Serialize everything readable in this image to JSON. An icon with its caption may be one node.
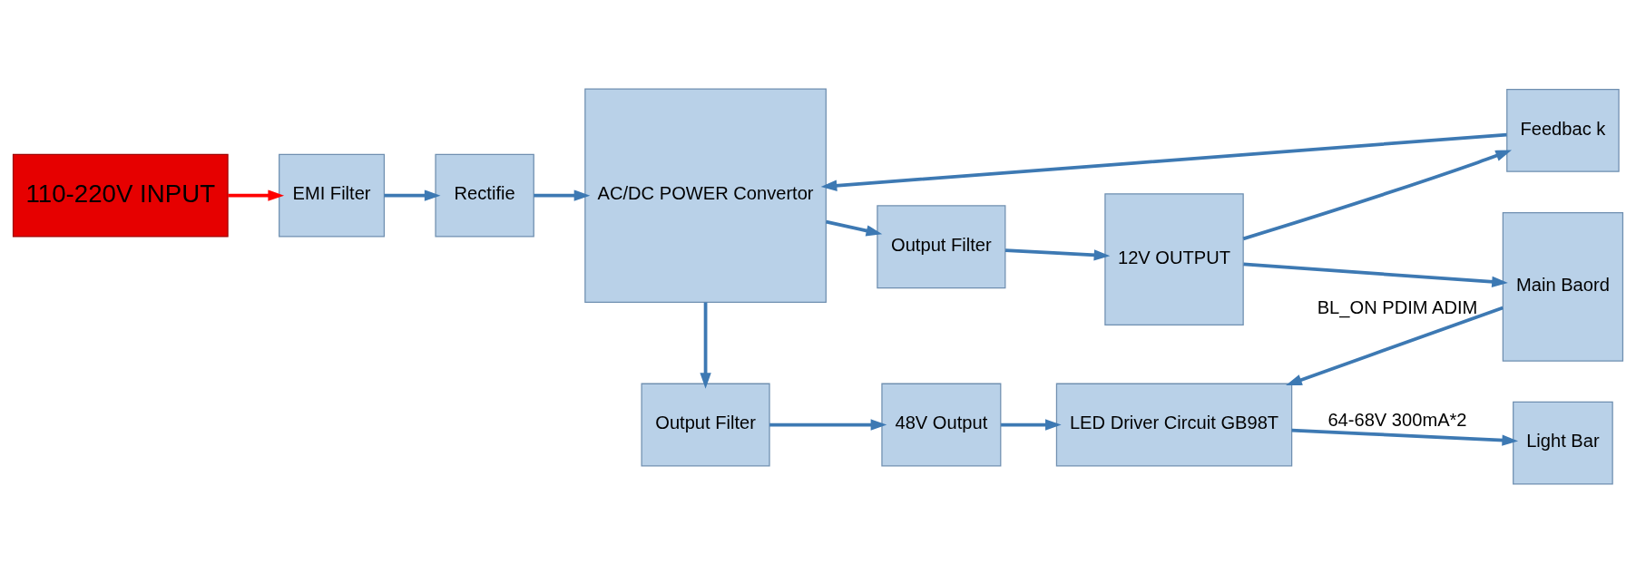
{
  "diagram": {
    "nodes": [
      {
        "text": [
          "110-220V INPUT"
        ]
      },
      {
        "text": [
          "EMI Filter"
        ]
      },
      {
        "text": [
          "Rectifie"
        ]
      },
      {
        "text": [
          "AC/DC POWER Convertor"
        ]
      },
      {
        "text": [
          "Output Filter"
        ]
      },
      {
        "text": [
          "12V OUTPUT"
        ]
      },
      {
        "text": [
          "Main Baord"
        ]
      },
      {
        "text": [
          "Feedbac k"
        ]
      },
      {
        "text": [
          "Output Filter"
        ]
      },
      {
        "text": [
          "48V Output"
        ]
      },
      {
        "text": [
          "LED Driver Circuit GB98T"
        ]
      },
      {
        "text": [
          "Light Bar"
        ]
      }
    ],
    "edges": [
      {
        "from": 0,
        "to": 1,
        "arrow": "to",
        "color": "#ff0000"
      },
      {
        "from": 1,
        "to": 2,
        "arrow": "to"
      },
      {
        "from": 2,
        "to": 3,
        "arrow": "to"
      },
      {
        "from": 3,
        "to": 4,
        "arrow": "to"
      },
      {
        "from": 4,
        "to": 5,
        "arrow": "to"
      },
      {
        "from": 5,
        "to": 6,
        "arrow": "to"
      },
      {
        "from": 5,
        "to": 7,
        "arrow": "to"
      },
      {
        "from": 7,
        "to": 3,
        "arrow": "to"
      },
      {
        "from": 3,
        "to": 8,
        "arrow": "to"
      },
      {
        "from": 8,
        "to": 9,
        "arrow": "to"
      },
      {
        "from": 9,
        "to": 10,
        "arrow": "to"
      },
      {
        "from": 6,
        "to": 10,
        "arrow": "to",
        "label": "BL_ON PDIM ADIM"
      },
      {
        "from": 10,
        "to": 11,
        "arrow": "to",
        "label": "64-68V 300mA*2"
      }
    ]
  }
}
